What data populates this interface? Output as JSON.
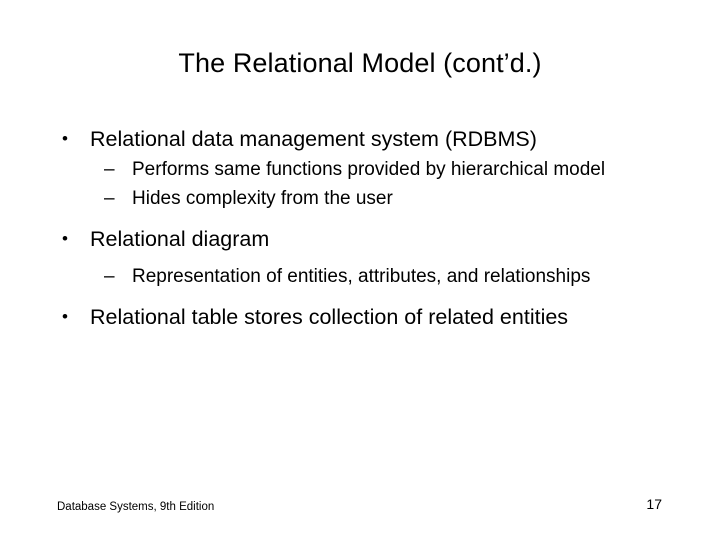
{
  "slide": {
    "title": "The Relational Model (cont’d.)",
    "bullet_marker": "•",
    "dash_marker": "–",
    "items": [
      {
        "text": "Relational data management system (RDBMS)",
        "subs": [
          "Performs same functions provided by hierarchical model",
          "Hides complexity from the user"
        ]
      },
      {
        "text": "Relational diagram",
        "subs": [
          "Representation of entities, attributes, and relationships"
        ]
      },
      {
        "text": "Relational table stores collection of related entities",
        "subs": []
      }
    ],
    "footer": "Database Systems, 9th Edition",
    "page_number": "17"
  }
}
